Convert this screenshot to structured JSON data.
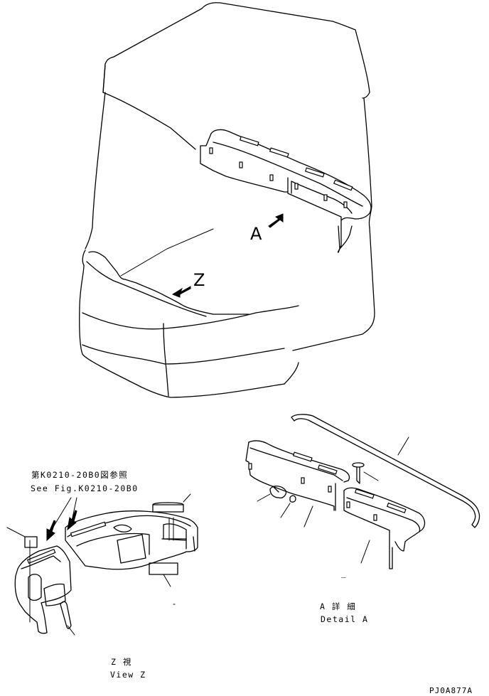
{
  "labels": {
    "view_a_letter": "A",
    "view_z_letter": "Z",
    "ref_jp": "第K0210-20B0図参照",
    "ref_en": "See Fig.K0210-20B0",
    "detail_jp": "A 詳 細",
    "detail_en": "Detail A",
    "viewz_jp": "Z  視",
    "viewz_en": "View Z",
    "drawing_code": "PJ0A877A",
    "dash": "_"
  }
}
